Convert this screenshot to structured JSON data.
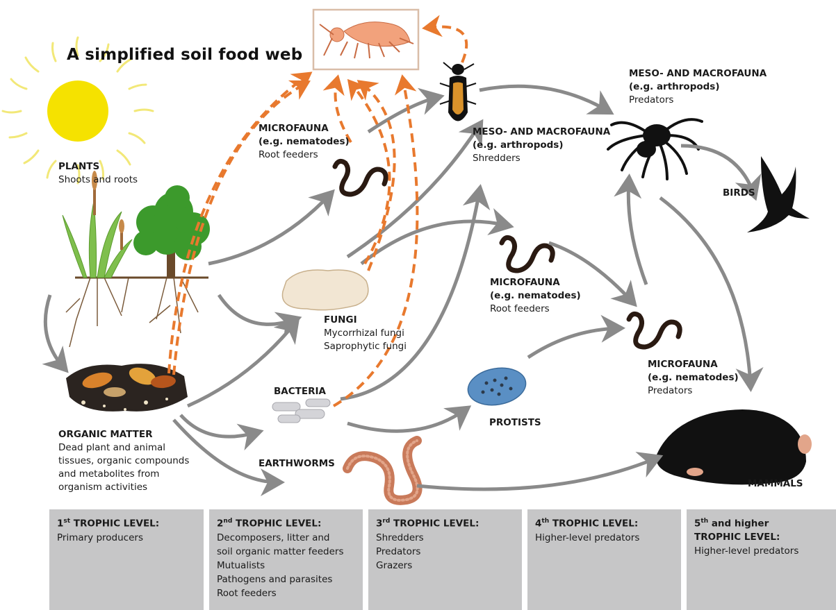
{
  "title": "A simplified soil food web",
  "colors": {
    "arrow_gray": "#8a8a8a",
    "arrow_orange": "#e8792e",
    "panel_bg": "#c6c6c7",
    "sun": "#f5e200",
    "sun_rays": "#f2e878",
    "tree_green": "#3c9a2c",
    "protist_blue": "#5a8fc4",
    "worm_brown": "#2a1a12",
    "earthworm_pink": "#c97a5a"
  },
  "organisms": {
    "plants": {
      "heading": "PLANTS",
      "lines": [
        "Shoots and roots"
      ]
    },
    "organic_matter": {
      "heading": "ORGANIC MATTER",
      "lines": [
        "Dead plant and animal",
        "tissues, organic compounds",
        "and metabolites from",
        "organism activities"
      ]
    },
    "microfauna_root_top": {
      "heading": "MICROFAUNA",
      "lines": [
        "(e.g. nematodes)",
        "Root feeders"
      ]
    },
    "meso_shredders": {
      "heading": "MESO- AND MACROFAUNA",
      "lines": [
        "(e.g. arthropods)",
        "Shredders"
      ]
    },
    "meso_predators": {
      "heading": "MESO- AND MACROFAUNA",
      "lines": [
        "(e.g. arthropods)",
        "Predators"
      ]
    },
    "birds": {
      "heading": "BIRDS",
      "lines": []
    },
    "fungi": {
      "heading": "FUNGI",
      "lines": [
        "Mycorrhizal fungi",
        "Saprophytic fungi"
      ]
    },
    "microfauna_root_mid": {
      "heading": "MICROFAUNA",
      "lines": [
        "(e.g. nematodes)",
        "Root feeders"
      ]
    },
    "microfauna_predators": {
      "heading": "MICROFAUNA",
      "lines": [
        "(e.g. nematodes)",
        "Predators"
      ]
    },
    "bacteria": {
      "heading": "BACTERIA",
      "lines": []
    },
    "protists": {
      "heading": "PROTISTS",
      "lines": []
    },
    "earthworms": {
      "heading": "EARTHWORMS",
      "lines": []
    },
    "mammals": {
      "heading": "MAMMALS",
      "lines": []
    }
  },
  "trophic_levels": [
    {
      "num": "1",
      "sup": "st",
      "heading_rest": " TROPHIC LEVEL:",
      "heading2": "",
      "items": [
        "Primary producers"
      ]
    },
    {
      "num": "2",
      "sup": "nd",
      "heading_rest": " TROPHIC LEVEL:",
      "heading2": "",
      "items": [
        "Decomposers, litter and",
        "soil organic matter feeders",
        "Mutualists",
        "Pathogens and parasites",
        "Root feeders"
      ]
    },
    {
      "num": "3",
      "sup": "rd",
      "heading_rest": " TROPHIC LEVEL:",
      "heading2": "",
      "items": [
        "Shredders",
        "Predators",
        "Grazers"
      ]
    },
    {
      "num": "4",
      "sup": "th",
      "heading_rest": " TROPHIC LEVEL:",
      "heading2": "",
      "items": [
        "Higher-level predators"
      ]
    },
    {
      "num": "5",
      "sup": "th",
      "heading_rest": " and higher",
      "heading2": "TROPHIC LEVEL:",
      "items": [
        "Higher-level predators"
      ]
    }
  ]
}
